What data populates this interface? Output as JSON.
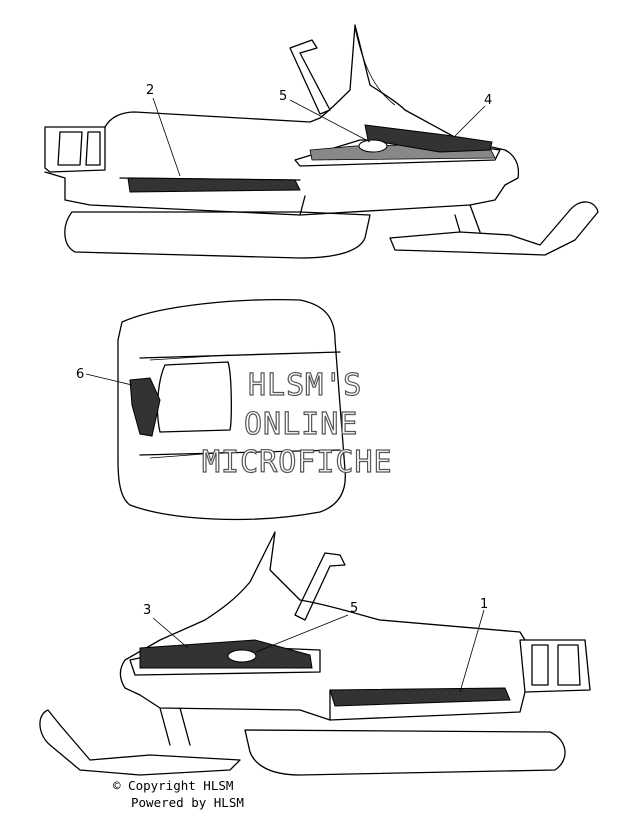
{
  "callouts": {
    "top": {
      "c2": "2",
      "c5": "5",
      "c4": "4"
    },
    "middle": {
      "c6": "6"
    },
    "bottom": {
      "c3": "3",
      "c5": "5",
      "c1": "1"
    }
  },
  "watermark": {
    "line1": "HLSM'S",
    "line2": "ONLINE",
    "line3": "MICROFICHE"
  },
  "footer": {
    "copyright": "© Copyright HLSM",
    "powered": "Powered by HLSM"
  }
}
